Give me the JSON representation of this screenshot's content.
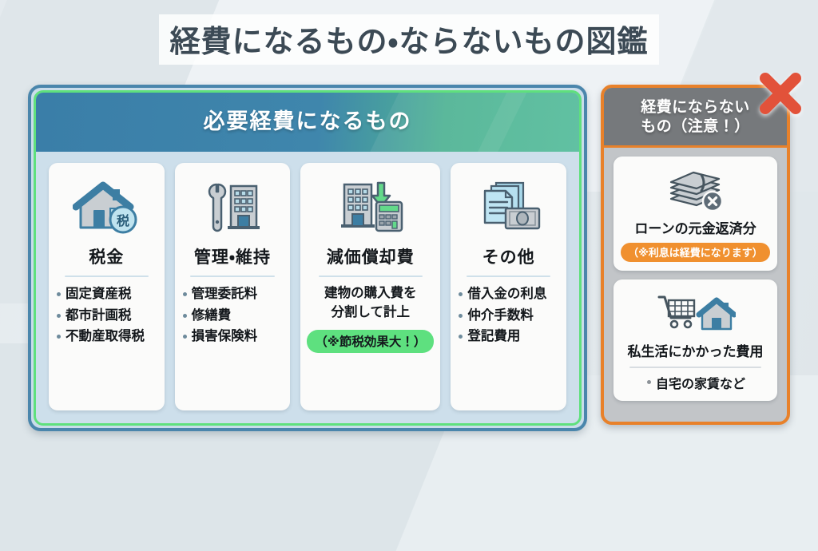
{
  "page": {
    "title": "経費になるもの・ならないもの図鑑"
  },
  "ok_panel": {
    "header": "必要経費になるもの",
    "accent_color": "#5fe07d",
    "frame_color": "#4a86ac",
    "cards": [
      {
        "icon": "house-with-tax-badge-icon",
        "title": "税金",
        "items": [
          "固定資産税",
          "都市計画税",
          "不動産取得税"
        ]
      },
      {
        "icon": "wrench-and-building-icon",
        "title": "管理・維持",
        "items": [
          "管理委託料",
          "修繕費",
          "損害保険料"
        ]
      },
      {
        "icon": "building-arrow-calculator-icon",
        "title": "減価償却費",
        "note_line1": "建物の購入費を",
        "note_line2": "分割して計上",
        "badge": "（※節税効果大！）",
        "badge_color": "#5ee07f"
      },
      {
        "icon": "documents-and-banknote-icon",
        "title": "その他",
        "items": [
          "借入金の利息",
          "仲介手数料",
          "登記費用"
        ]
      }
    ]
  },
  "ng_panel": {
    "header_line1": "経費にならない",
    "header_line2": "もの（注意！）",
    "frame_color": "#e8812a",
    "mark": "red-x-mark",
    "mark_color": "#e2523a",
    "cards": [
      {
        "icon": "money-stack-with-x-icon",
        "title": "ローンの元金返済分",
        "badge": "（※利息は経費になります）",
        "badge_color": "#f0902f"
      },
      {
        "icon": "cart-and-house-icon",
        "title": "私生活にかかった費用",
        "items": [
          "自宅の家賃など"
        ]
      }
    ]
  }
}
